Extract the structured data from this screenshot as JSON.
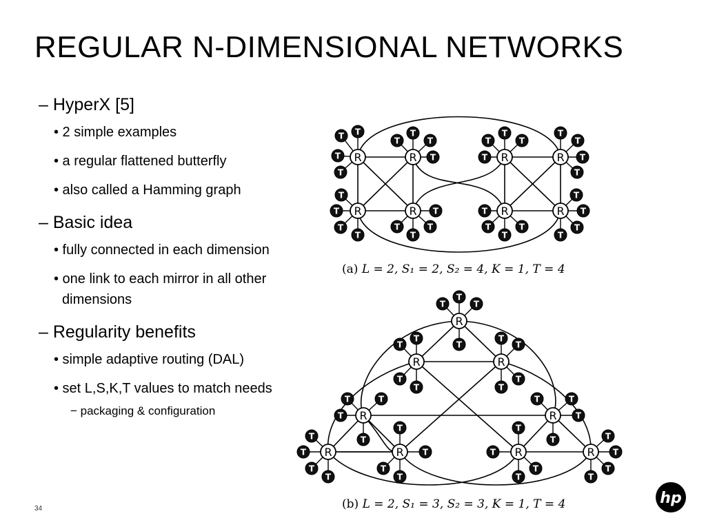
{
  "title": "REGULAR N-DIMENSIONAL NETWORKS",
  "bullets": {
    "hyperx": "– HyperX [5]",
    "hyperx_items": [
      "• 2 simple examples",
      "• a regular flattened butterfly",
      "• also called a Hamming graph"
    ],
    "basic": "– Basic idea",
    "basic_items": [
      "• fully connected in each dimension",
      "• one link to each mirror in all other dimensions"
    ],
    "regularity": "– Regularity benefits",
    "regularity_items": [
      "• simple adaptive routing (DAL)",
      "• set L,S,K,T values to match needs"
    ],
    "regularity_sub": "− packaging & configuration"
  },
  "figure_a": {
    "caption_label": "(a)",
    "caption_formula": "L = 2, S₁ = 2, S₂ = 4, K = 1, T = 4",
    "router_label": "R",
    "terminal_label": "T"
  },
  "figure_b": {
    "caption_label": "(b)",
    "caption_formula": "L = 2, S₁ = 3, S₂ = 3, K = 1, T = 4",
    "router_label": "R",
    "terminal_label": "T"
  },
  "page_number": "34",
  "logo_text": "hp"
}
